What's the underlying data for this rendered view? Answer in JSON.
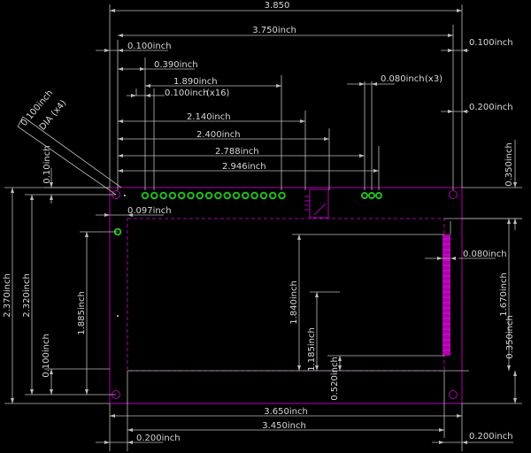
{
  "colors": {
    "background": "#000000",
    "dimension": "#bdbdbd",
    "text": "#d8d8d8",
    "board": "#b000b0",
    "pad": "#22bb22"
  },
  "dimensions": {
    "top_overall": "3.850",
    "top_inner": "3.750inch",
    "offset_left": "0.100inch",
    "offset_pins": "0.390inch",
    "span_header": "1.890inch",
    "pin_pitch": "0.100inch",
    "pin_count": "(x16)",
    "span_2140": "2.140inch",
    "span_2400": "2.400inch",
    "span_2788": "2.788inch",
    "span_2946": "2.946inch",
    "right_offset_top": "0.100inch",
    "right_pitch": "0.080inch",
    "right_pitch_count": "(x3)",
    "right_0200": "0.200inch",
    "right_0350": "0.350inch",
    "hole_dia": "0.100inch",
    "hole_dia_label": "DIA (x4)",
    "left_010": "0.10inch",
    "pin_offset": "0.097inch",
    "height_total": "2.370inch",
    "height_holes": "2.320inch",
    "height_display": "1.885inch",
    "height_bottom": "0.100inch",
    "display_height": "1.840inch",
    "lower_1185": "1.185inch",
    "lower_0520": "0.520inch",
    "flex_width": "0.080inch",
    "right_1670": "1.670inch",
    "right_0350b": "0.350inch",
    "bottom_3650": "3.650inch",
    "bottom_3450": "3.450inch",
    "bottom_0200": "0.200inch",
    "bottom_right_0200": "0.200inch"
  }
}
